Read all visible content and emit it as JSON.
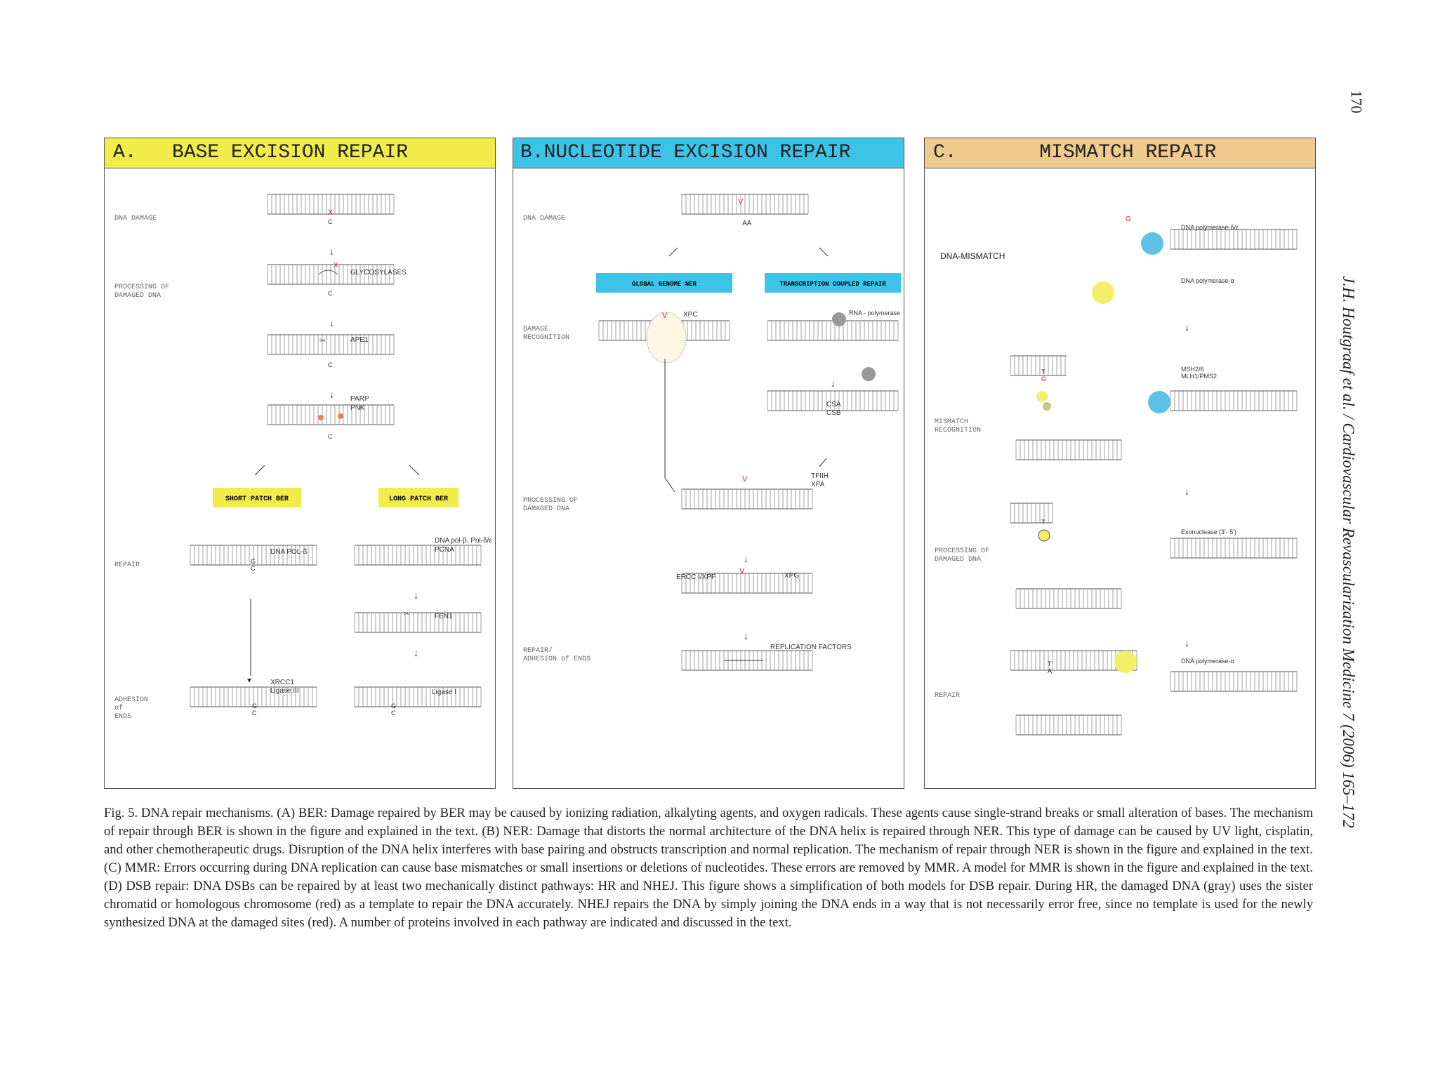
{
  "page_number": "170",
  "journal_line": "J.H. Houtgraaf et al. / Cardiovascular Revascularization Medicine 7 (2006) 165–172",
  "panelA": {
    "title": "A.   BASE EXCISION REPAIR",
    "header_color": "#f2ec4b",
    "stage_dna_damage": "DNA DAMAGE",
    "stage_processing_1": "PROCESSING OF",
    "stage_processing_2": "DAMAGED DNA",
    "stage_repair": "REPAIR",
    "stage_adhesion_1": "ADHESION",
    "stage_adhesion_2": "of",
    "stage_adhesion_3": "ENDS",
    "mark_x": "X",
    "base_c": "C",
    "base_g": "G",
    "label_glycosylases": "GLYCOSYLASES",
    "label_ape1": "APE1",
    "label_parp": "PARP",
    "label_pnk": "PNK",
    "box_short_patch": "SHORT PATCH BER",
    "box_long_patch": "LONG PATCH BER",
    "label_dna_pol_b": "DNA POL-ß",
    "label_dna_pol_multi": "DNA pol-β, Pol-δ/ε",
    "label_pcna": "PCNA",
    "label_fen1": "FEN1",
    "label_xrcc1": "XRCC1",
    "label_ligase3": "Ligase III",
    "label_ligase1": "Ligase I"
  },
  "panelB": {
    "title": "B.NUCLEOTIDE EXCISION REPAIR",
    "header_color": "#3ec3e8",
    "stage_dna_damage": "DNA DAMAGE",
    "stage_damage_recog_1": "DAMAGE",
    "stage_damage_recog_2": "RECOGNITION",
    "stage_processing_1": "PROCESSING OF",
    "stage_processing_2": "DAMAGED DNA",
    "stage_repair_1": "REPAIR/",
    "stage_repair_2": "ADHESION of ENDS",
    "label_aa": "AA",
    "box_global": "GLOBAL GENOME NER",
    "box_tcr": "TRANSCRIPTION COUPLED REPAIR",
    "label_xpc": "XPC",
    "label_rna_pol": "RNA - polymerase",
    "label_csa": "CSA",
    "label_csb": "CSB",
    "label_tfiih": "TFIIH",
    "label_xpa": "XPA",
    "label_ercc": "ERCC I/XPF",
    "label_xpg": "XPG",
    "label_replication": "REPLICATION FACTORS",
    "mark_v": "V"
  },
  "panelC": {
    "title": "C.       MISMATCH REPAIR",
    "header_color": "#f0c98d",
    "stage_dna_mismatch": "DNA-MISMATCH",
    "stage_mismatch_recog_1": "MISMATCH",
    "stage_mismatch_recog_2": "RECOGNITION",
    "stage_processing_1": "PROCESSING OF",
    "stage_processing_2": "DAMAGED DNA",
    "stage_repair": "REPAIR",
    "label_pol_de": "DNA polymerase-δ/ε",
    "label_pol_a": "DNA polymerase-α",
    "label_msh": "MSH2/6",
    "label_mlh": "MLH1/PMS2",
    "label_exo": "Exonuclease (3'- 5')",
    "label_pol_a2": "DNA polymerase-α",
    "base_t": "T",
    "base_g": "G",
    "base_a": "A"
  },
  "caption": "Fig. 5. DNA repair mechanisms. (A) BER: Damage repaired by BER may be caused by ionizing radiation, alkalyting agents, and oxygen radicals. These agents cause single-strand breaks or small alteration of bases. The mechanism of repair through BER is shown in the figure and explained in the text. (B) NER: Damage that distorts the normal architecture of the DNA helix is repaired through NER. This type of damage can be caused by UV light, cisplatin, and other chemotherapeutic drugs. Disruption of the DNA helix interferes with base pairing and obstructs transcription and normal replication. The mechanism of repair through NER is shown in the figure and explained in the text. (C) MMR: Errors occurring during DNA replication can cause base mismatches or small insertions or deletions of nucleotides. These errors are removed by MMR. A model for MMR is shown in the figure and explained in the text. (D) DSB repair: DNA DSBs can be repaired by at least two mechanically distinct pathways: HR and NHEJ. This figure shows a simplification of both models for DSB repair. During HR, the damaged DNA (gray) uses the sister chromatid or homologous chromosome (red) as a template to repair the DNA accurately. NHEJ repairs the DNA by simply joining the DNA ends in a way that is not necessarily error free, since no template is used for the newly synthesized DNA at the damaged sites (red). A number of proteins involved in each pathway are indicated and discussed in the text."
}
